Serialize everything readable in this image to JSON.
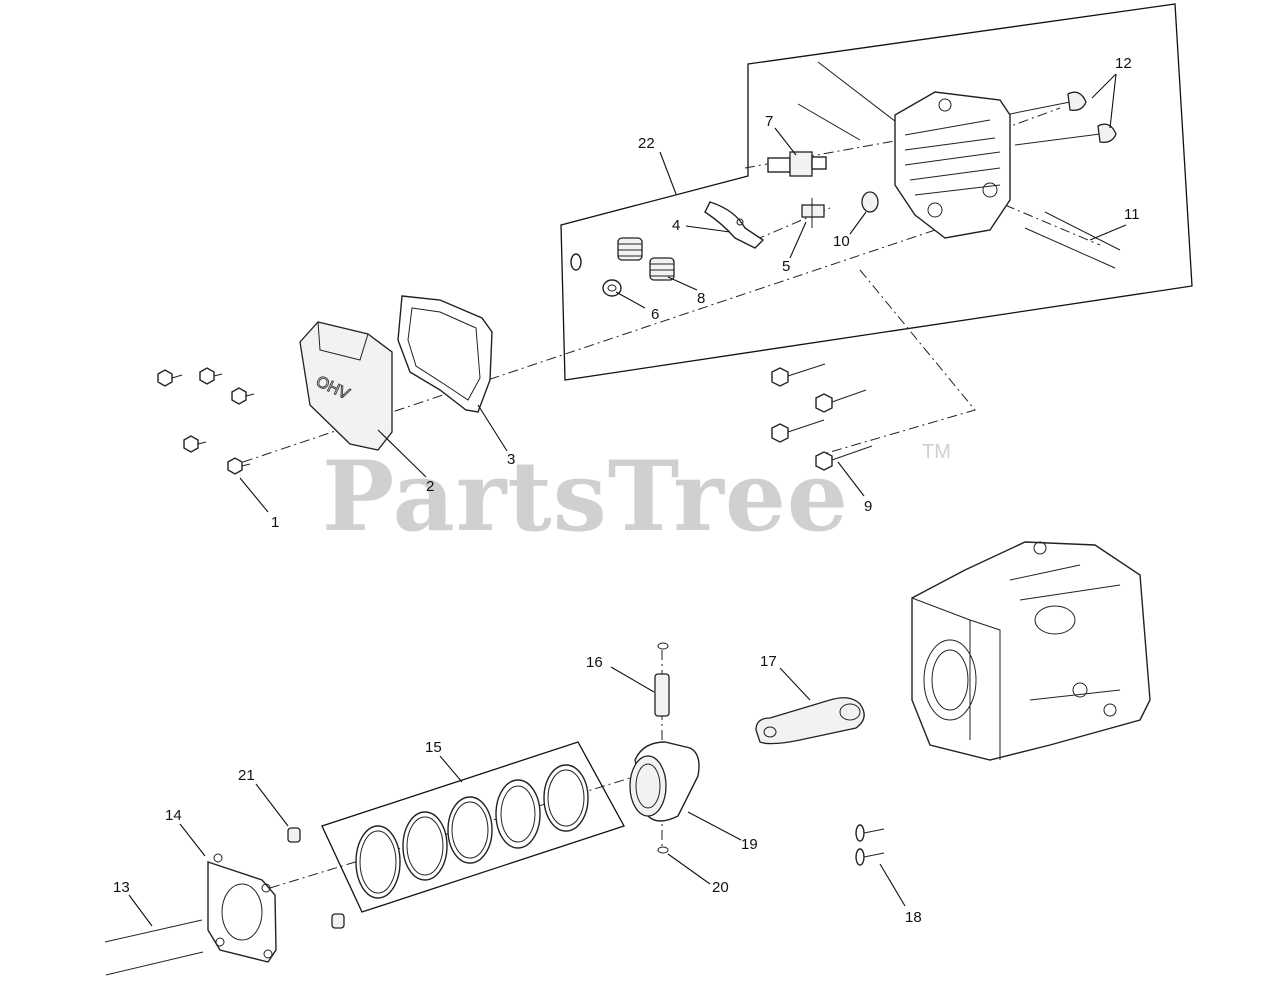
{
  "watermark": {
    "text": "PartsTree",
    "trademark": "TM"
  },
  "cover_text": "OHV",
  "callouts": [
    "1",
    "2",
    "3",
    "4",
    "5",
    "6",
    "7",
    "8",
    "9",
    "10",
    "11",
    "12",
    "13",
    "14",
    "15",
    "16",
    "17",
    "18",
    "19",
    "20",
    "21",
    "22"
  ]
}
